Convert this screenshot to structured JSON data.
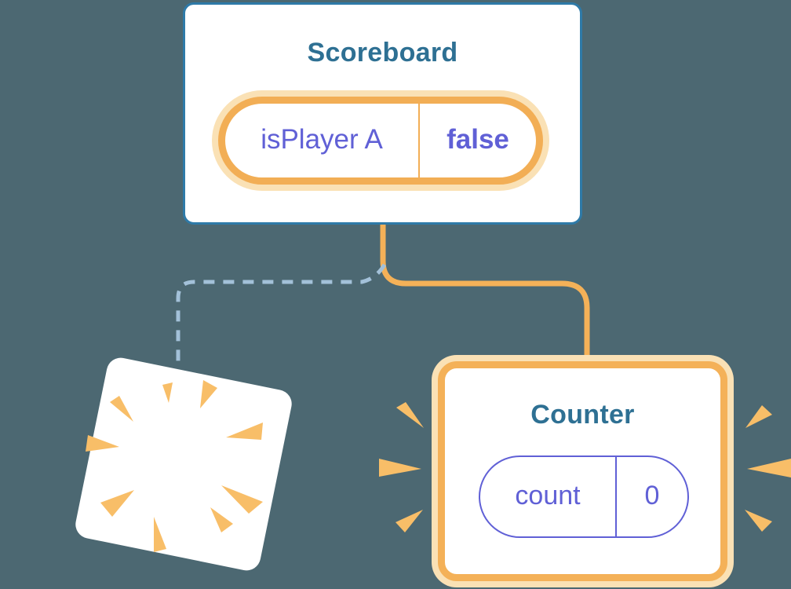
{
  "colors": {
    "background": "#4C6872",
    "card_border_blue": "#2E7AA8",
    "title_blue": "#2E7093",
    "connector_orange": "#F4B158",
    "pill_ring_orange": "#F2AE55",
    "halo_orange": "#FAE1B5",
    "ray_orange": "#F8BE68",
    "state_indigo": "#6060D6",
    "dashed_blue": "#A3C1D9"
  },
  "scoreboard": {
    "title": "Scoreboard",
    "pill": {
      "key": "isPlayer A",
      "value": "false"
    }
  },
  "counter": {
    "title": "Counter",
    "pill": {
      "key": "count",
      "value": "0"
    }
  },
  "connections": {
    "to_new_counter": "solid orange line from Scoreboard to Counter",
    "to_removed_counter": "dashed blue line from Scoreboard to removed card"
  },
  "decorations": {
    "sparkles": "sparkle-icon",
    "removed_card": "poof-burst-icon",
    "new_card_emphasis": "burst-rays-icon"
  }
}
